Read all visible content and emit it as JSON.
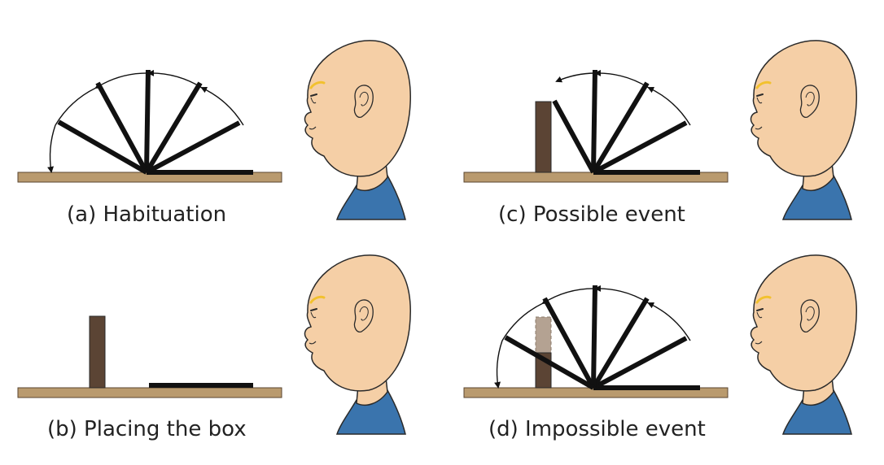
{
  "panels": [
    {
      "id": "a",
      "caption": "(a) Habituation",
      "box": "none",
      "screen": "full-rotation"
    },
    {
      "id": "b",
      "caption": "(b) Placing the box",
      "box": "solid",
      "screen": "lying-flat"
    },
    {
      "id": "c",
      "caption": "(c) Possible event",
      "box": "solid",
      "screen": "stops-at-box"
    },
    {
      "id": "d",
      "caption": "(d) Impossible event",
      "box": "solid-partly-hidden",
      "screen": "passes-through-box"
    }
  ],
  "colors": {
    "ground": "#b99a6e",
    "ground_edge": "#5a4630",
    "screen": "#111111",
    "box": "#5b4434",
    "box_ghost": "#b4a292",
    "skin": "#f5cfa6",
    "outline": "#2a2a2a",
    "shirt": "#3a74ad",
    "eyebrow": "#f2c12e"
  },
  "icons": [
    "baby-head-icon",
    "curved-arrow-icon"
  ]
}
